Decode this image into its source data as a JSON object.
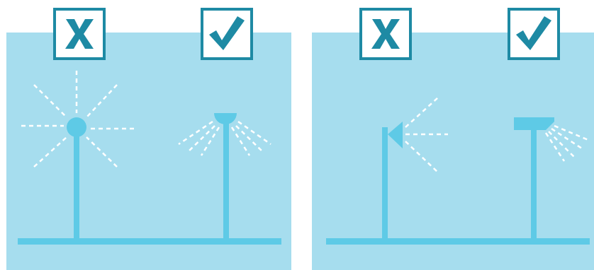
{
  "colors": {
    "background": "#ffffff",
    "panel": "#a6ddee",
    "fixture": "#5ecae6",
    "badge_border": "#1e8aa4",
    "mark": "#1e8aa4",
    "light_rays": "#ffffff"
  },
  "panels": [
    {
      "comparison": [
        {
          "verdict": "incorrect",
          "icon": "cross-icon",
          "fixture": "globe-light-icon"
        },
        {
          "verdict": "correct",
          "icon": "check-icon",
          "fixture": "shielded-downlight-icon"
        }
      ]
    },
    {
      "comparison": [
        {
          "verdict": "incorrect",
          "icon": "cross-icon",
          "fixture": "wall-floodlight-icon"
        },
        {
          "verdict": "correct",
          "icon": "check-icon",
          "fixture": "full-cutoff-light-icon"
        }
      ]
    }
  ]
}
